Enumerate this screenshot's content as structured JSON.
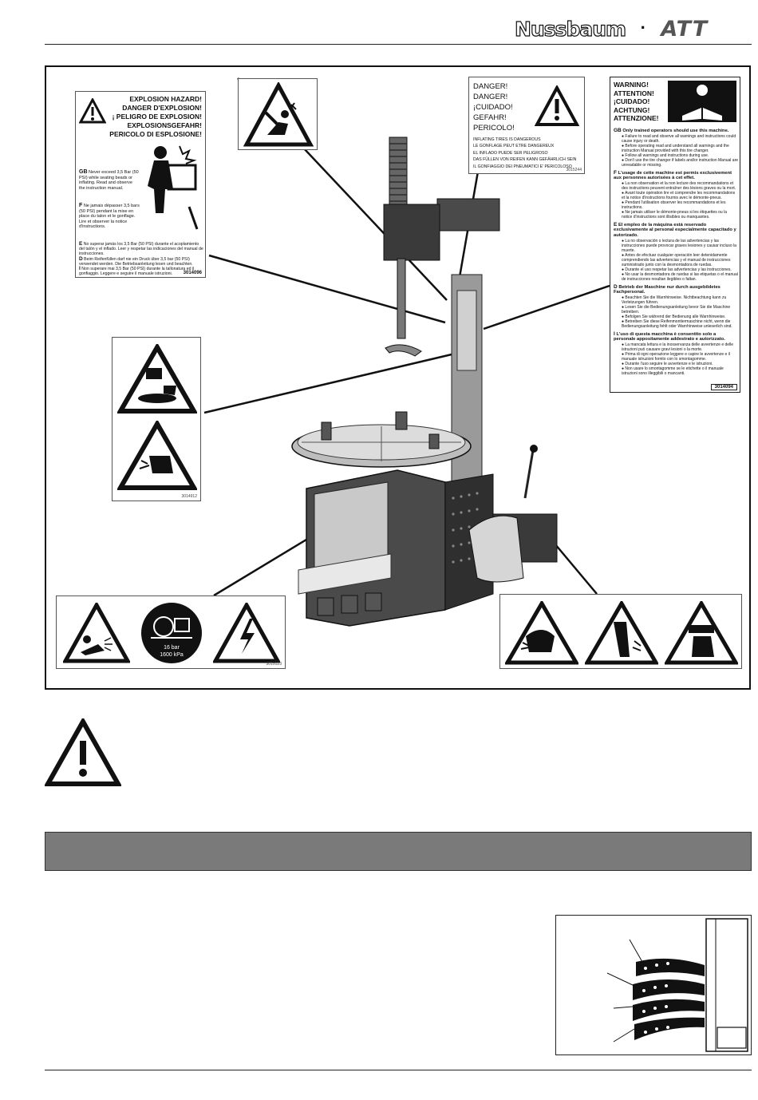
{
  "header": {
    "brand_left": "Nussbaum",
    "separator": "·",
    "brand_right": "ATT"
  },
  "labels": {
    "explosion": {
      "titles": [
        "EXPLOSION HAZARD!",
        "DANGER D'EXPLOSION!",
        "¡ PELIGRO DE EXPLOSION!",
        "EXPLOSIONSGEFAHR!",
        "PERICOLO DI ESPLOSIONE!"
      ],
      "gb_code": "GB",
      "gb_text": "Never exceed 3,5 Bar (50 PSI) while seating beads or inflating. Read and observe the instruction manual.",
      "f_code": "F",
      "f_text": "Ne jamais dépasser 3,5 bars (50 PSI) pendant la mise en place du talon et le gonflage. Lire et observer la notice d'instructions.",
      "e_code": "E",
      "e_text": "No superar jamás los 3,5 Bar (50 PSI) durante el acoplamiento del talón y el inflado. Leer y respetar las indicaciones del manual de instrucciones.",
      "d_code": "D",
      "d_text": "Beim Reifenfüllen darf nie ein Druck über 3,5 bar (50 PSI) verwendet werden. Die Betriebsanleitung lesen und beachten.",
      "i_code": "I",
      "i_text": "Non superare mai 3,5 Bar (50 PSI) durante la tallonatura ed il gonfiaggio. Leggere e seguire il manuale istruzioni.",
      "part_no": "3014096"
    },
    "danger": {
      "lines": [
        "DANGER!",
        "DANGER!",
        "¡CUIDADO!",
        "GEFAHR!",
        "PERICOLO!"
      ],
      "sub_lines": [
        "INFLATING TIRES IS DANGEROUS",
        "LE GONFLAGE PEUT ETRE DANGEREUX",
        "EL INFLADO PUEDE SER PELIGROSO",
        "DAS FÜLLEN VON REIFEN KANN GEFÄHRLICH SEIN",
        "IL GONFIAGGIO DEI PNEUMATICI E' PERICOLOSO"
      ],
      "part_no": "3015244"
    },
    "warning": {
      "titles": [
        "WARNING!",
        "ATTENTION!",
        "¡CUIDADO!",
        "ACHTUNG!",
        "ATTENZIONE!"
      ],
      "sections": [
        {
          "code": "GB",
          "head": "Only trained operators should use this machine.",
          "items": [
            "Failure to read and observe all warnings and instructions could cause injury or death.",
            "Before operating read and understand all warnings and the instruction Manual provided with this tire changer.",
            "Follow all warnings and instructions during use.",
            "Don't use the tire changer if labels and/or instruction Manual are unreadable or missing."
          ]
        },
        {
          "code": "F",
          "head": "L'usage de cette machine est permis exclusivement aux personnes autorisées à cet effet.",
          "items": [
            "La non observation et la non lecture des recommandations et des instructions peuvent entraîner des lésions graves ou la mort.",
            "Avant toute opération lire et comprendre les recommandations et la notice d'instructions fournis avec le démonte-pneus.",
            "Pendant l'utilisation observer les recommandations et les instructions.",
            "Ne jamais utiliser le démonte-pneus si les étiquettes ou la notice d'instructions sont illisibles ou manquantes."
          ]
        },
        {
          "code": "E",
          "head": "El empleo de la máquina está reservado exclusivamente al personal especialmente capacitado y autorizado.",
          "items": [
            "La no observación o lectura de las advertencias y las instrucciones puede provocar graves lesiones y causar incluso la muerte.",
            "Antes de efectuar cualquier operación leer detenidamente comprendiendo las advertencias y el manual de instrucciones suministrado junto con la desmontadora de ruedas.",
            "Durante el uso respetar las advertencias y las instrucciones.",
            "No usar la desmontadora de ruedas si las etiquetas o el manual de instrucciones resultan ilegibles o faltan."
          ]
        },
        {
          "code": "D",
          "head": "Betrieb der Maschine nur durch ausgebildetes Fachpersonal.",
          "items": [
            "Beachten Sie die Warnhinweise. Nichtbeachtung kann zu Verletzungen führen.",
            "Lesen Sie die Bedienungsanleitung bevor Sie die Maschine betreiben.",
            "Befolgen Sie während der Bedienung alle Warnhinweise.",
            "Betreiben Sie diese Reifenmontiermaschine nicht, wenn die Bedienungsanleitung fehlt oder Warnhinweise unleserlich sind."
          ]
        },
        {
          "code": "I",
          "head": "L'uso di questa macchina è consentito solo a personale appositamente addestrato e autorizzato.",
          "items": [
            "La mancata lettura e la inosservanza delle avvertenze e delle istruzioni può causare gravi lesioni o la morte.",
            "Prima di ogni operazione leggere e capire le avvertenze e il manuale istruzioni fornito con lo smontagomme.",
            "Durante l'uso seguire le avvertenze e le istruzioni.",
            "Non usare lo smontagomme se le etichette o il manuale istruzioni sono illeggibili o mancanti."
          ]
        }
      ],
      "part_no": "3014094"
    },
    "crush": {
      "part_no": "3014912"
    },
    "air": {
      "pressure_bar": "16 bar",
      "pressure_kpa": "1600 kPa",
      "part_no": "3015123"
    }
  },
  "colors": {
    "gray_bar": "#7a7a7a",
    "machine_body": "#4a4a4a"
  },
  "icons": [
    "warning-triangle-icon",
    "read-manual-icon",
    "electrical-hazard-icon"
  ]
}
